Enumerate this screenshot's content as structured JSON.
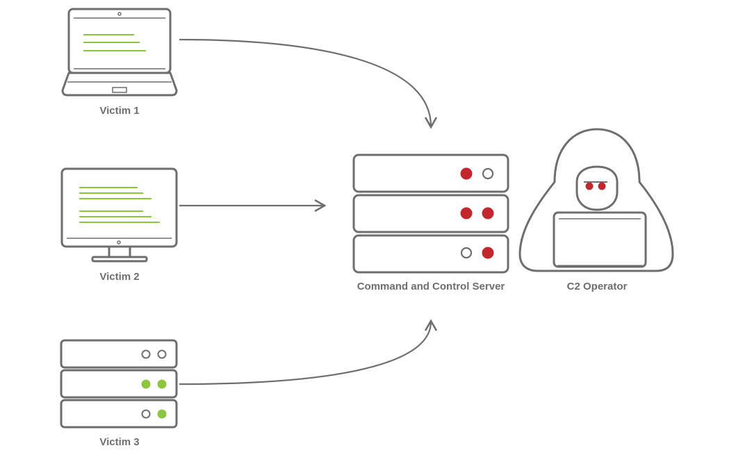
{
  "labels": {
    "victim1": "Victim 1",
    "victim2": "Victim 2",
    "victim3": "Victim 3",
    "server": "Command and Control Server",
    "operator": "C2 Operator"
  },
  "colors": {
    "outline": "#6e6e6e",
    "code_lines": "#8cc63f",
    "alert_red": "#c1272d",
    "ok_green": "#8cc63f",
    "background": "#ffffff"
  },
  "icons": {
    "victim1": "laptop-icon",
    "victim2": "desktop-monitor-icon",
    "victim3": "server-rack-icon",
    "server": "server-rack-icon",
    "operator": "hooded-hacker-icon"
  }
}
